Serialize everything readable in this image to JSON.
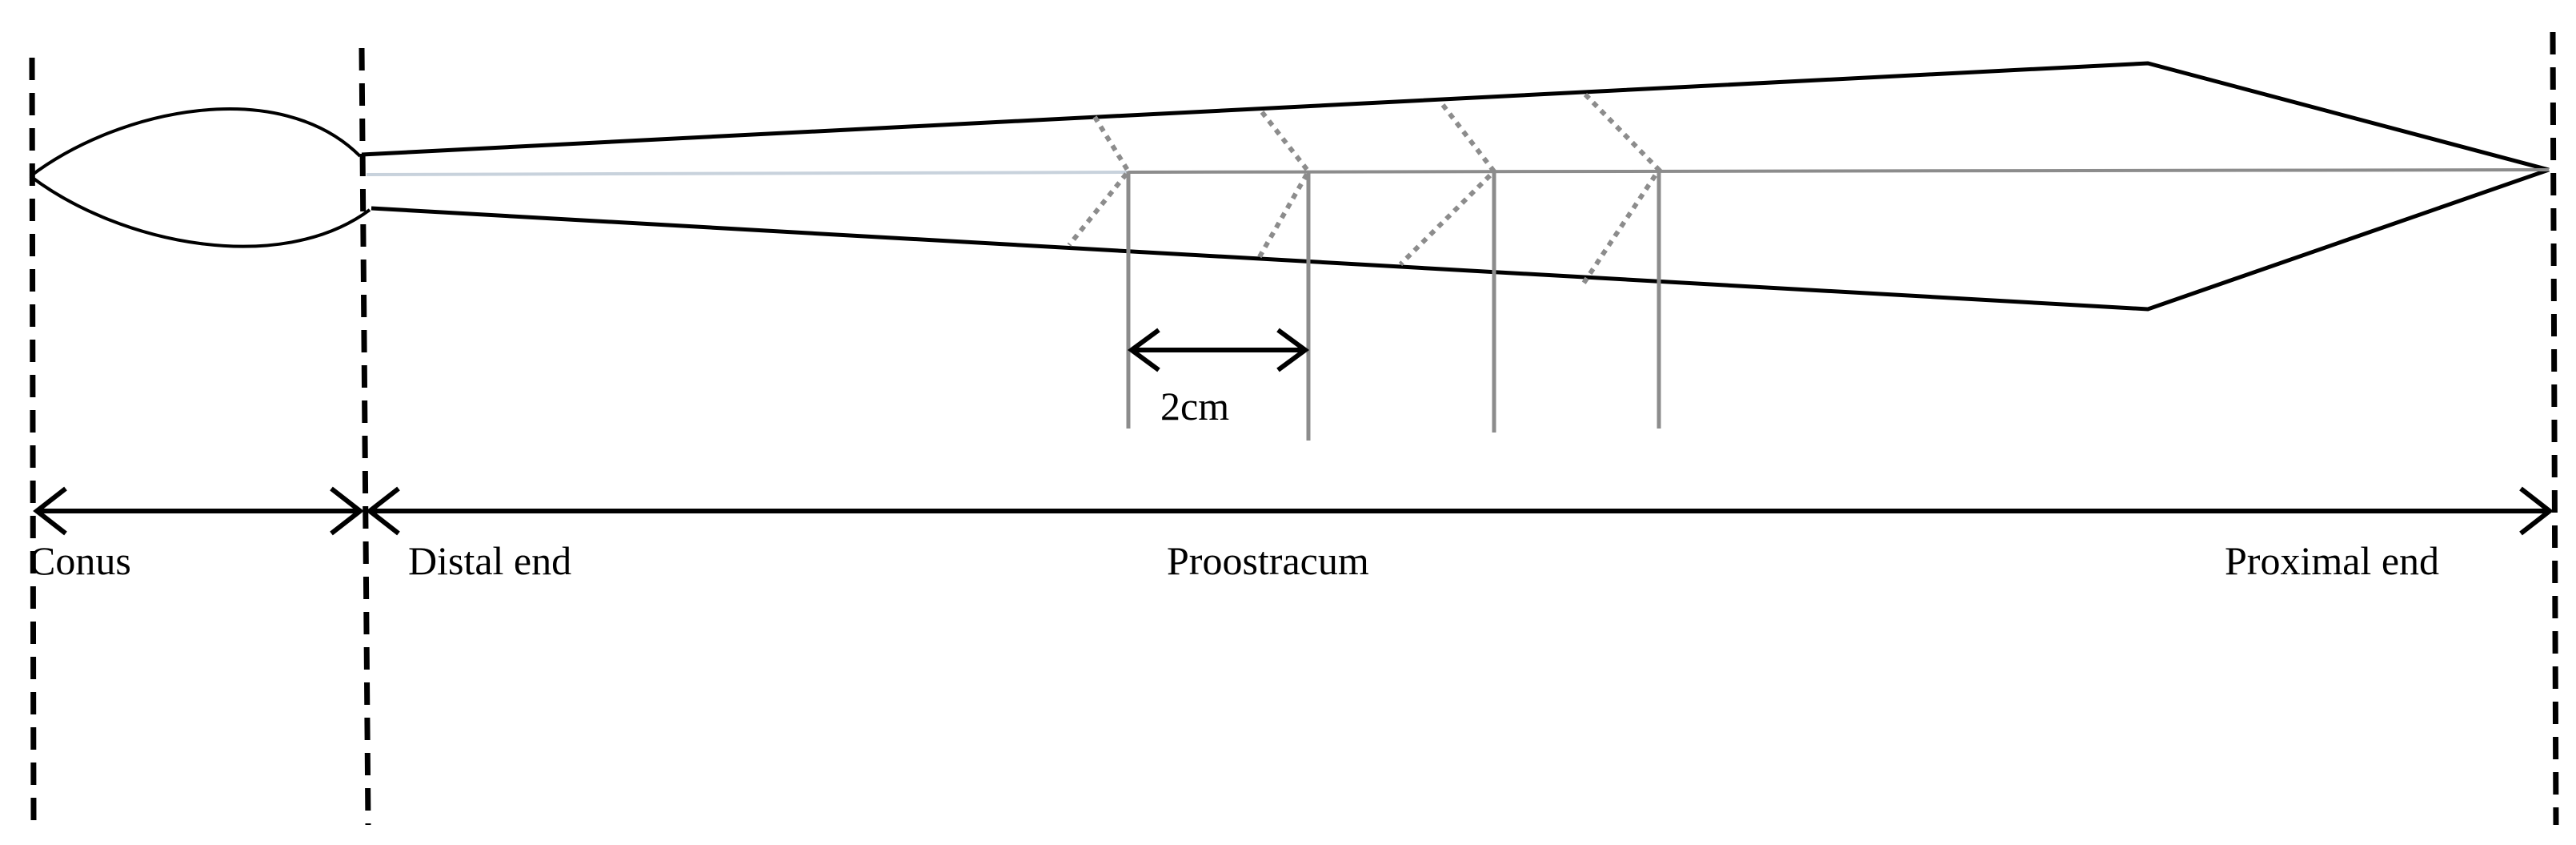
{
  "labels": {
    "conus": "Conus",
    "distal_end": "Distal end",
    "proostracum": "Proostracum",
    "proximal_end": "Proximal end",
    "scale": "2cm"
  },
  "colors": {
    "outline": "#000000",
    "gray_lines": "#8c8c8c",
    "midline_light": "#c8d2dc"
  }
}
